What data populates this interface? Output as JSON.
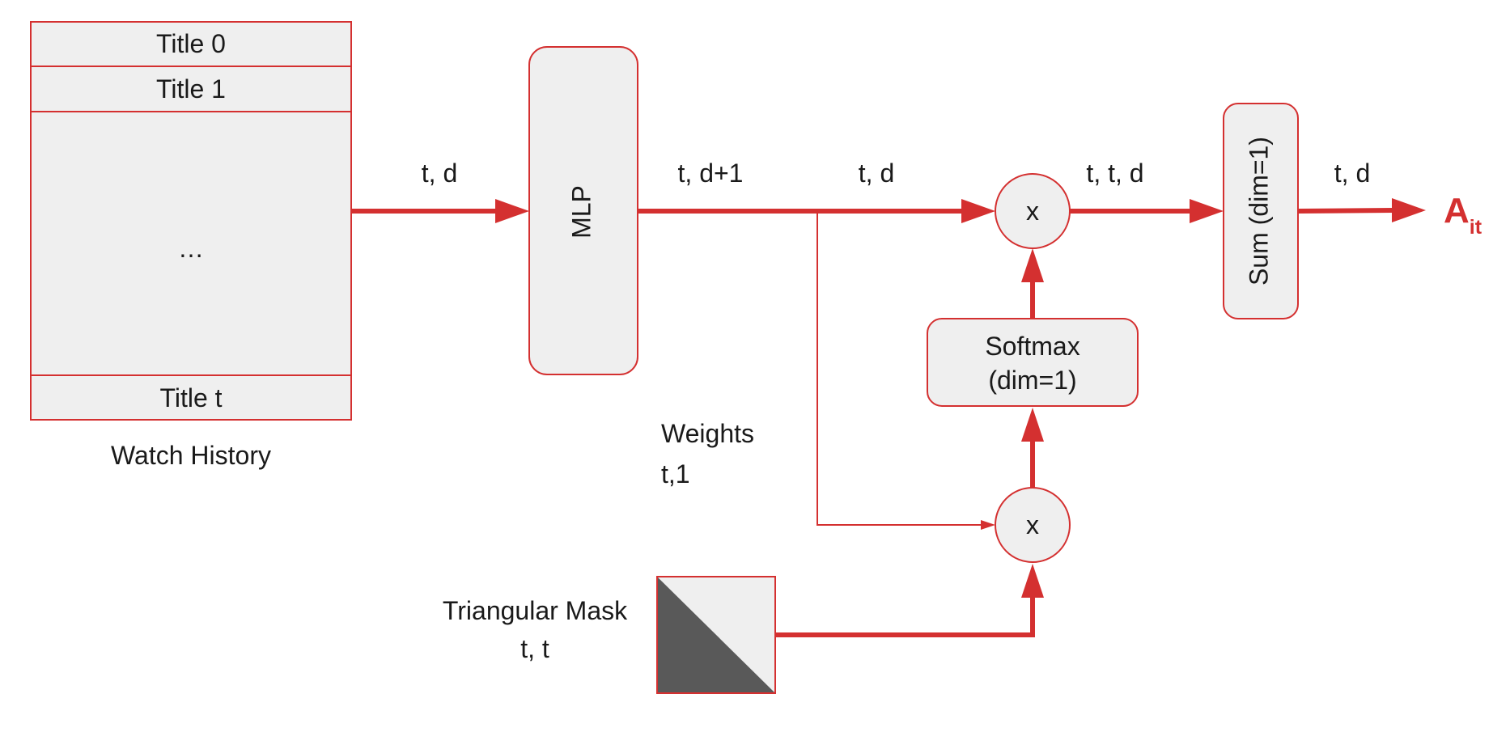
{
  "watch_history": {
    "rows": [
      "Title 0",
      "Title 1",
      "…",
      "Title t"
    ],
    "caption": "Watch History"
  },
  "mlp": {
    "label": "MLP"
  },
  "edges": {
    "history_to_mlp": "t, d",
    "mlp_out": "t, d+1",
    "to_multiply": "t, d",
    "multiply_out": "t, t, d",
    "sum_out": "t, d"
  },
  "weights": {
    "line1": "Weights",
    "line2": "t,1"
  },
  "multiply_top": {
    "symbol": "x"
  },
  "multiply_bottom": {
    "symbol": "x"
  },
  "softmax": {
    "line1": "Softmax",
    "line2": "(dim=1)"
  },
  "sum": {
    "label": "Sum (dim=1)"
  },
  "mask": {
    "line1": "Triangular Mask",
    "line2": "t, t"
  },
  "output": {
    "main": "A",
    "sub": "it"
  },
  "colors": {
    "accent": "#d43030",
    "box_fill": "#efefef",
    "mask_dark": "#595959"
  }
}
